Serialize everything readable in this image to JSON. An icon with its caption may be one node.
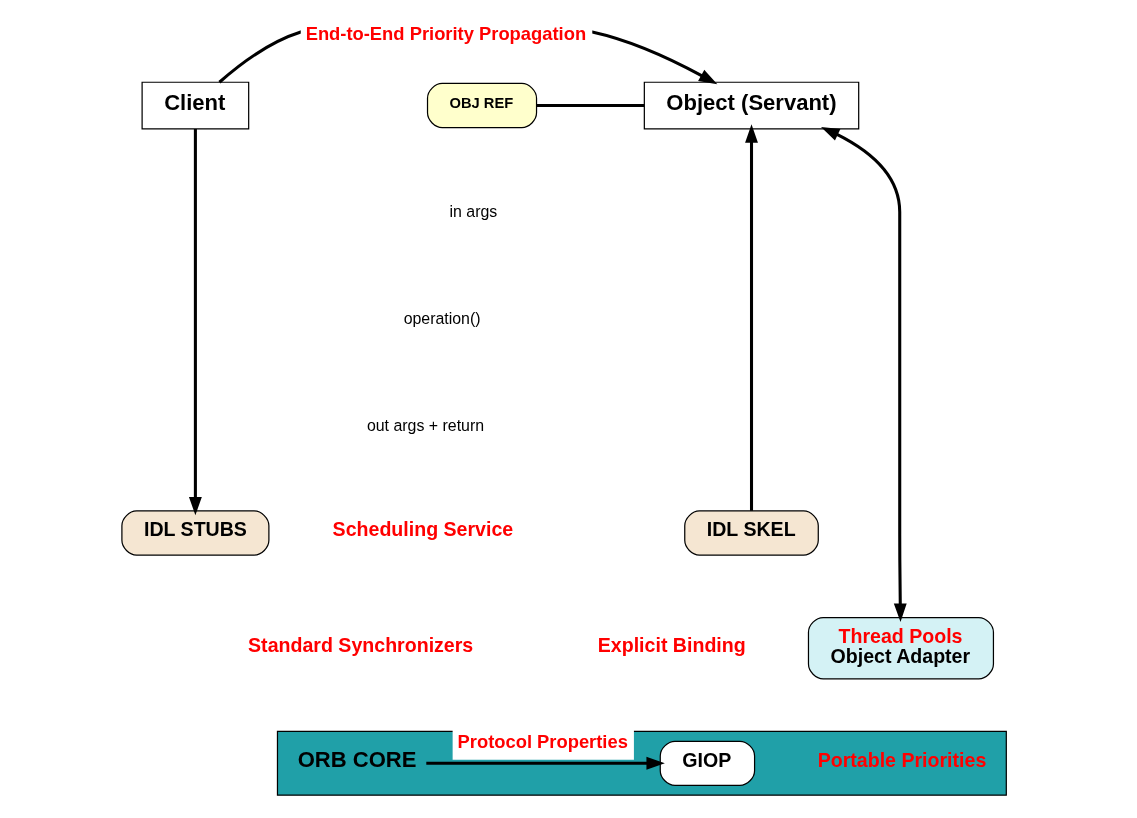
{
  "diagram": {
    "nodes": [
      {
        "text": [
          "Client"
        ]
      },
      {
        "text": [
          "OBJ REF"
        ]
      },
      {
        "text": [
          "Object (Servant)"
        ]
      },
      {
        "text": [
          "IDL STUBS"
        ]
      },
      {
        "text": [
          "IDL SKEL"
        ]
      },
      {
        "text": [
          "Thread Pools",
          "Object Adapter"
        ]
      },
      {
        "text": [
          "ORB CORE"
        ]
      },
      {
        "text": [
          "GIOP"
        ],
        "in": 6
      }
    ],
    "edges": [
      {
        "from": 0,
        "to": 2,
        "arrow": "to",
        "label": "End-to-End Priority Propagation"
      },
      {
        "from": 1,
        "to": 2,
        "arrow": "none"
      },
      {
        "from": 0,
        "to": 3,
        "arrow": "to"
      },
      {
        "from": 4,
        "to": 2,
        "arrow": "to"
      },
      {
        "from": 5,
        "to": 2,
        "arrow": "both"
      },
      {
        "from": 6,
        "to": 7,
        "arrow": "to",
        "label": "Protocol Properties"
      }
    ],
    "labels": [
      "in args",
      "operation()",
      "out args + return",
      "Scheduling Service",
      "Standard Synchronizers",
      "Explicit Binding",
      "Portable Priorities"
    ]
  }
}
